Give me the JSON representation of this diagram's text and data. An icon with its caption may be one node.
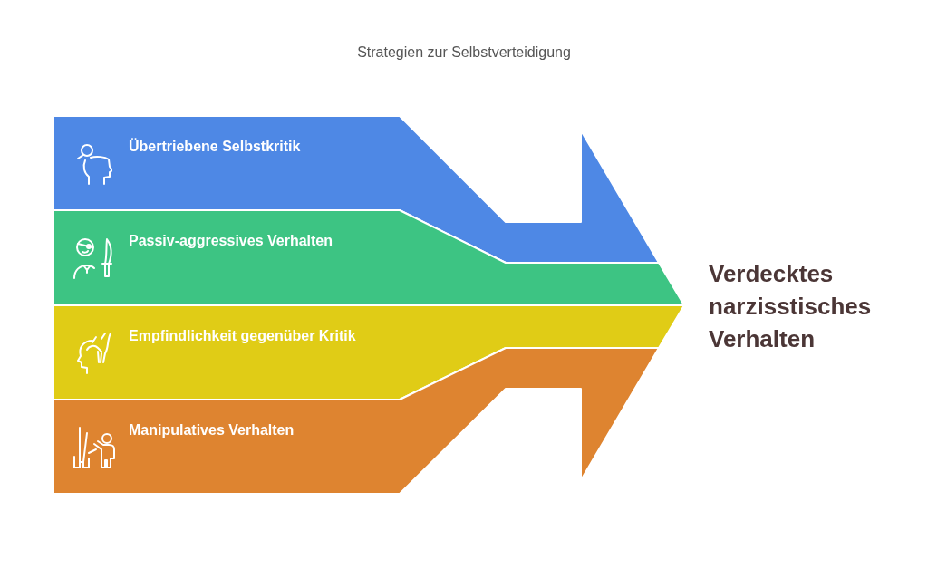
{
  "diagram": {
    "title": "Strategien zur Selbstverteidigung",
    "nodes": [
      {
        "text": [
          "Übertriebene Selbstkritik"
        ]
      },
      {
        "text": [
          "Passiv-aggressives Verhalten"
        ]
      },
      {
        "text": [
          "Empfindlichkeit gegenüber Kritik"
        ]
      },
      {
        "text": [
          "Manipulatives Verhalten"
        ]
      }
    ],
    "labels": [
      "Verdecktes narzisstisches Verhalten"
    ]
  }
}
